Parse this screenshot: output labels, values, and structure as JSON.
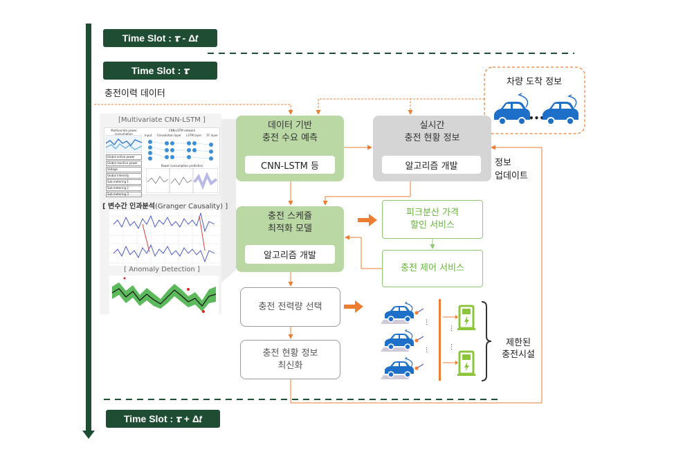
{
  "timeslots": {
    "prev": "Time Slot : 𝝉 - Δ𝑡",
    "current": "Time Slot : 𝝉",
    "next": "Time Slot : 𝝉 + Δ𝑡"
  },
  "history_label": "충전이력 데이터",
  "vehicle_info": {
    "title": "차량 도착 정보",
    "ellipsis": "•••"
  },
  "update_label": {
    "line1": "정보",
    "line2": "업데이트"
  },
  "demand_box": {
    "title1": "데이터 기반",
    "title2": "충전 수요 예측",
    "inner": "CNN-LSTM 등"
  },
  "realtime_box": {
    "title1": "실시간",
    "title2": "충전 현황 정보",
    "inner": "알고리즘 개발"
  },
  "schedule_box": {
    "title1": "충전 스케쥴",
    "title2": "최적화 모델",
    "inner": "알고리즘 개발"
  },
  "peak_box": {
    "line1": "피크분산 가격",
    "line2": "할인 서비스"
  },
  "control_box": {
    "label": "충전 제어 서비스"
  },
  "select_box": {
    "label": "충전 전력량 선택"
  },
  "update_box": {
    "line1": "충전 현황 정보",
    "line2": "최신화"
  },
  "facility_label": {
    "line1": "제한된",
    "line2": "충전시설"
  },
  "panel": {
    "cnn_title": "[Multivariate CNN-LSTM ]",
    "granger_title_bold": "[ 변수간 인과분석",
    "granger_title_rest": "(Granger Causality) ]",
    "anomaly_title": "[ Anomaly Detection ]",
    "cnn_left_items": [
      "Global active power",
      "Global reactive power",
      "Voltage",
      "Global intensity",
      "Sub metering 1",
      "Sub metering 2",
      "Sub metering 3"
    ],
    "cnn_layers": [
      "Input",
      "Convolution layer",
      "LSTM layer",
      "FC layer"
    ],
    "cnn_net_title": "CNN-LSTM network",
    "cnn_pred_title": "Power consumption prediction",
    "multivar_title": "Multivariate power consumption"
  },
  "colors": {
    "slot_bg": "#1f4d33",
    "green_box": "#b9d8a3",
    "gray_box": "#d5d5d5",
    "orange": "#ed7d31",
    "light_green": "#8fc770",
    "car_blue": "#1e6fc8"
  }
}
